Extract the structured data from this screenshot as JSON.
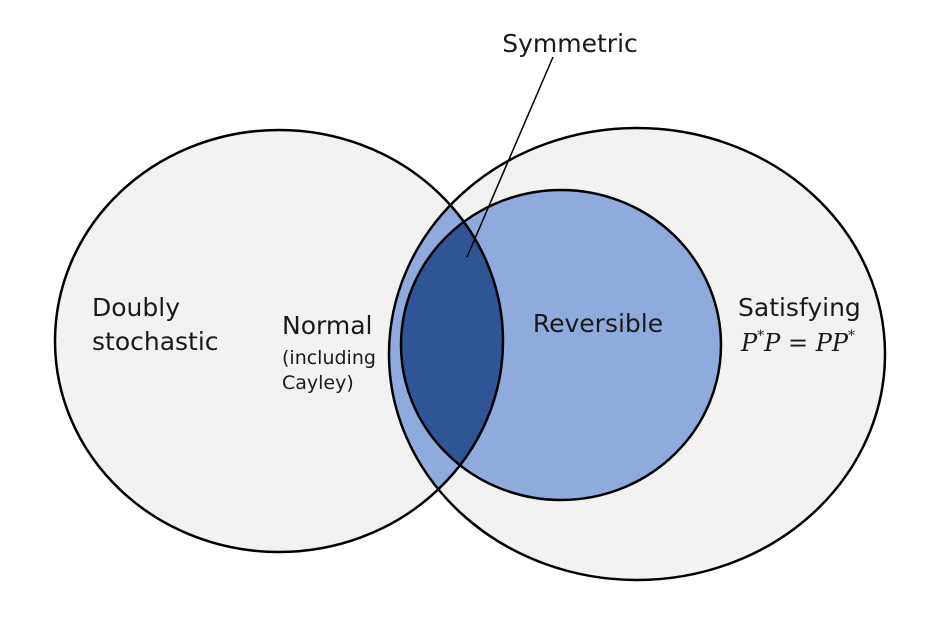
{
  "diagram": {
    "type": "venn",
    "callout": {
      "label": "Symmetric"
    },
    "sets": {
      "doubly_stochastic": {
        "line1": "Doubly",
        "line2": "stochastic"
      },
      "normal": {
        "line1": "Normal",
        "line2": "(including",
        "line3": "Cayley)"
      },
      "reversible": {
        "label": "Reversible"
      },
      "satisfying": {
        "line1": "Satisfying",
        "formula": {
          "a": "P",
          "star1": "*",
          "b": "P",
          "eq": " = ",
          "c": "PP",
          "star2": "*"
        }
      }
    },
    "colors": {
      "outer_fill": "#f2f2f2",
      "lens_fill": "#8faadc",
      "symmetric_fill": "#2f5597",
      "stroke": "#000000"
    }
  }
}
